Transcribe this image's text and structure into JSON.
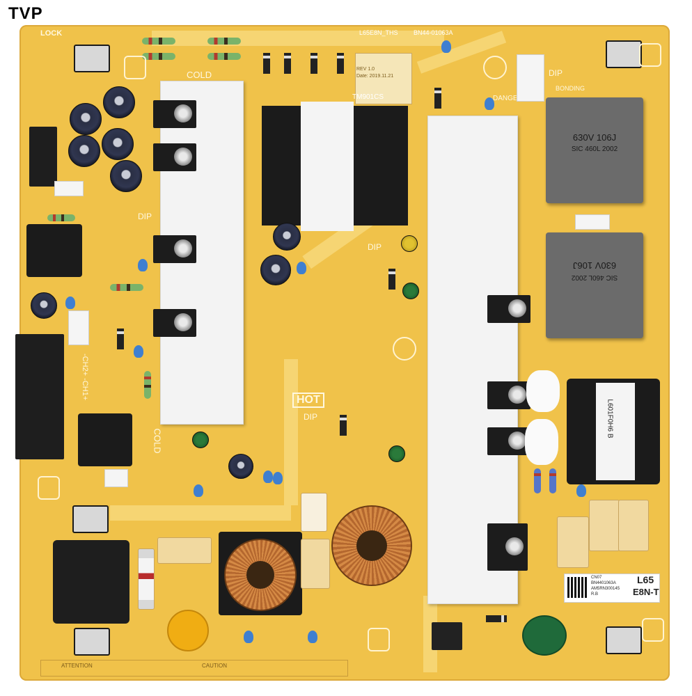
{
  "watermark": "TVP",
  "board": {
    "model_label": "L65E8N_THS",
    "code_label": "BN44-01063A",
    "transformer_top_label": "TM901CS",
    "big_cap_1": {
      "rating": "630V 106J",
      "maker": "SIC 460L 2002"
    },
    "big_cap_2": {
      "rating": "630V 106J",
      "maker": "SIC 460L 2002"
    },
    "sticker_model": "L65",
    "sticker_variant": "E8N-T",
    "sticker_lines": [
      "CN07",
      "BN4401063A",
      "AM5RN300145",
      "R.B"
    ],
    "silk": {
      "lock": "LOCK",
      "cold_top": "COLD",
      "cold_mid": "COLD",
      "hot": "HOT",
      "dip_1": "DIP",
      "dip_2": "DIP",
      "dip_3": "DIP",
      "dip_4": "DIP",
      "danger": "DANGER",
      "bonding": "BONDING",
      "ch": "-CH2+ -CH1+",
      "attention": "ATTENTION",
      "caution": "CAUTION"
    },
    "rev_info": [
      "REV 1.0",
      "Date: 2019.11.21"
    ],
    "xfmr_right_label": "L601F0H6 B"
  }
}
